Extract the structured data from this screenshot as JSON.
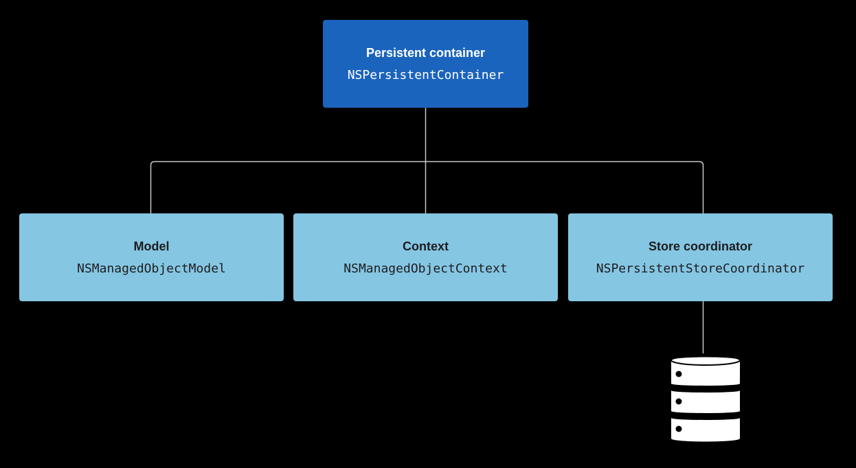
{
  "colors": {
    "background": "#000000",
    "container_fill": "#1b64bd",
    "child_fill": "#85c6e3",
    "connector": "#c8c8c8",
    "database": "#ffffff"
  },
  "container": {
    "title": "Persistent container",
    "class_name": "NSPersistentContainer"
  },
  "children": [
    {
      "title": "Model",
      "class_name": "NSManagedObjectModel"
    },
    {
      "title": "Context",
      "class_name": "NSManagedObjectContext"
    },
    {
      "title": "Store coordinator",
      "class_name": "NSPersistentStoreCoordinator"
    }
  ],
  "storage": {
    "icon": "database-icon"
  }
}
